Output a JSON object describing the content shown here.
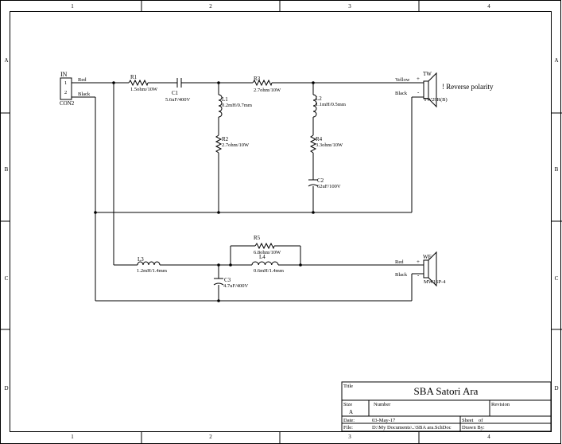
{
  "frame": {
    "columns": [
      "1",
      "2",
      "3",
      "4"
    ],
    "rows": [
      "A",
      "B",
      "C",
      "D"
    ]
  },
  "components": {
    "con2": {
      "top": "IN",
      "pin1": "1",
      "pin2": "2",
      "ref": "CON2"
    },
    "r1": {
      "ref": "R1",
      "value": "1.5ohm/10W"
    },
    "c1": {
      "ref": "C1",
      "value": "5.6uF/400V"
    },
    "r3": {
      "ref": "R3",
      "value": "2.7ohm/10W"
    },
    "l1": {
      "ref": "L1",
      "value": "0.2mH/0.7mm"
    },
    "r2": {
      "ref": "R2",
      "value": "2.7ohm/10W"
    },
    "l2": {
      "ref": "L2",
      "value": "1.1mH/0.5mm"
    },
    "r4": {
      "ref": "R4",
      "value": "3.3ohm/10W"
    },
    "c2": {
      "ref": "C2",
      "value": "62uF/100V"
    },
    "tw": {
      "ref": "TW",
      "model": "TW29R(B)",
      "note": "! Reverse polarity",
      "plus": "+",
      "minus": "-"
    },
    "l3": {
      "ref": "L3",
      "value": "1.2mH/1.4mm"
    },
    "c3": {
      "ref": "C3",
      "value": "4.7uF/400V"
    },
    "r5": {
      "ref": "R5",
      "value": "6.8ohm/10W"
    },
    "l4": {
      "ref": "L4",
      "value": "0.6mH/1.4mm"
    },
    "wf": {
      "ref": "WF",
      "model": "MW16P-4",
      "plus": "+",
      "minus": "-"
    }
  },
  "wires": {
    "red_in": "Red",
    "black_in": "Black",
    "yellow_tw": "Yellow",
    "black_tw": "Black",
    "red_wf": "Red",
    "black_wf": "Black"
  },
  "title_block": {
    "title_label": "Title",
    "title": "SBA Satori Ara",
    "size_label": "Size",
    "size": "A",
    "number_label": "Number",
    "revision_label": "Revision",
    "date_label": "Date:",
    "date": "03-May-17",
    "sheet_label": "Sheet    of",
    "file_label": "File:",
    "file": "D:\\My Documents\\..\\SBA ara.SchDoc",
    "drawn_label": "Drawn By:"
  }
}
